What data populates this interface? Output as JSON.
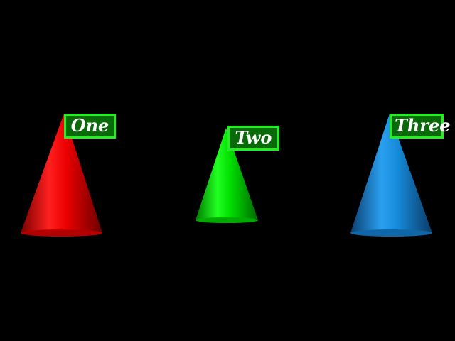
{
  "scene": {
    "background_color": "#000000",
    "label_fill_color": "#096a09",
    "label_border_color": "#22ee22",
    "label_text_color": "#ffffff",
    "objects": [
      {
        "label": "One",
        "color": "#ff0000",
        "shape": "cone"
      },
      {
        "label": "Two",
        "color": "#00ee00",
        "shape": "cone"
      },
      {
        "label": "Three",
        "color": "#1a8fe0",
        "shape": "cone"
      }
    ]
  }
}
